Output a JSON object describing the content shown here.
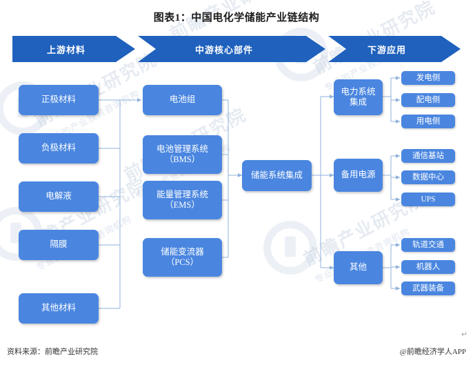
{
  "title": "图表1：中国电化学储能产业链结构",
  "colors": {
    "banner": "#1f61bd",
    "node": "#4a86e0",
    "connector": "#8fb2dc",
    "text_on_blue": "#ffffff",
    "page_background": "#ffffff"
  },
  "banner": {
    "stages": [
      {
        "label": "上游材料"
      },
      {
        "label": "中游核心部件"
      },
      {
        "label": "下游应用"
      }
    ]
  },
  "upstream": {
    "items": [
      {
        "label": "正极材料"
      },
      {
        "label": "负极材料"
      },
      {
        "label": "电解液"
      },
      {
        "label": "隔膜"
      },
      {
        "label": "其他材料"
      }
    ]
  },
  "midstream": {
    "items": [
      {
        "label": "电池组"
      },
      {
        "label": "电池管理系统\n（BMS）"
      },
      {
        "label": "能量管理系统\n（EMS）"
      },
      {
        "label": "储能变流器\n（PCS）"
      }
    ],
    "hub": {
      "label": "储能系统集成"
    }
  },
  "downstream": {
    "groups": [
      {
        "label": "电力系统\n集成",
        "children": [
          {
            "label": "发电侧"
          },
          {
            "label": "配电侧"
          },
          {
            "label": "用电侧"
          }
        ]
      },
      {
        "label": "备用电源",
        "children": [
          {
            "label": "通信基站"
          },
          {
            "label": "数据中心"
          },
          {
            "label": "UPS"
          }
        ]
      },
      {
        "label": "其他",
        "children": [
          {
            "label": "轨道交通"
          },
          {
            "label": "机器人"
          },
          {
            "label": "武器装备"
          }
        ]
      }
    ]
  },
  "footer": {
    "source": "资料来源：前瞻产业研究院",
    "brand": "@前瞻经济学人APP",
    "paragraph_mark": "↵"
  },
  "watermark": {
    "text_main": "前瞻产业研究院",
    "text_sub": "专业的产业投资咨询机构"
  }
}
